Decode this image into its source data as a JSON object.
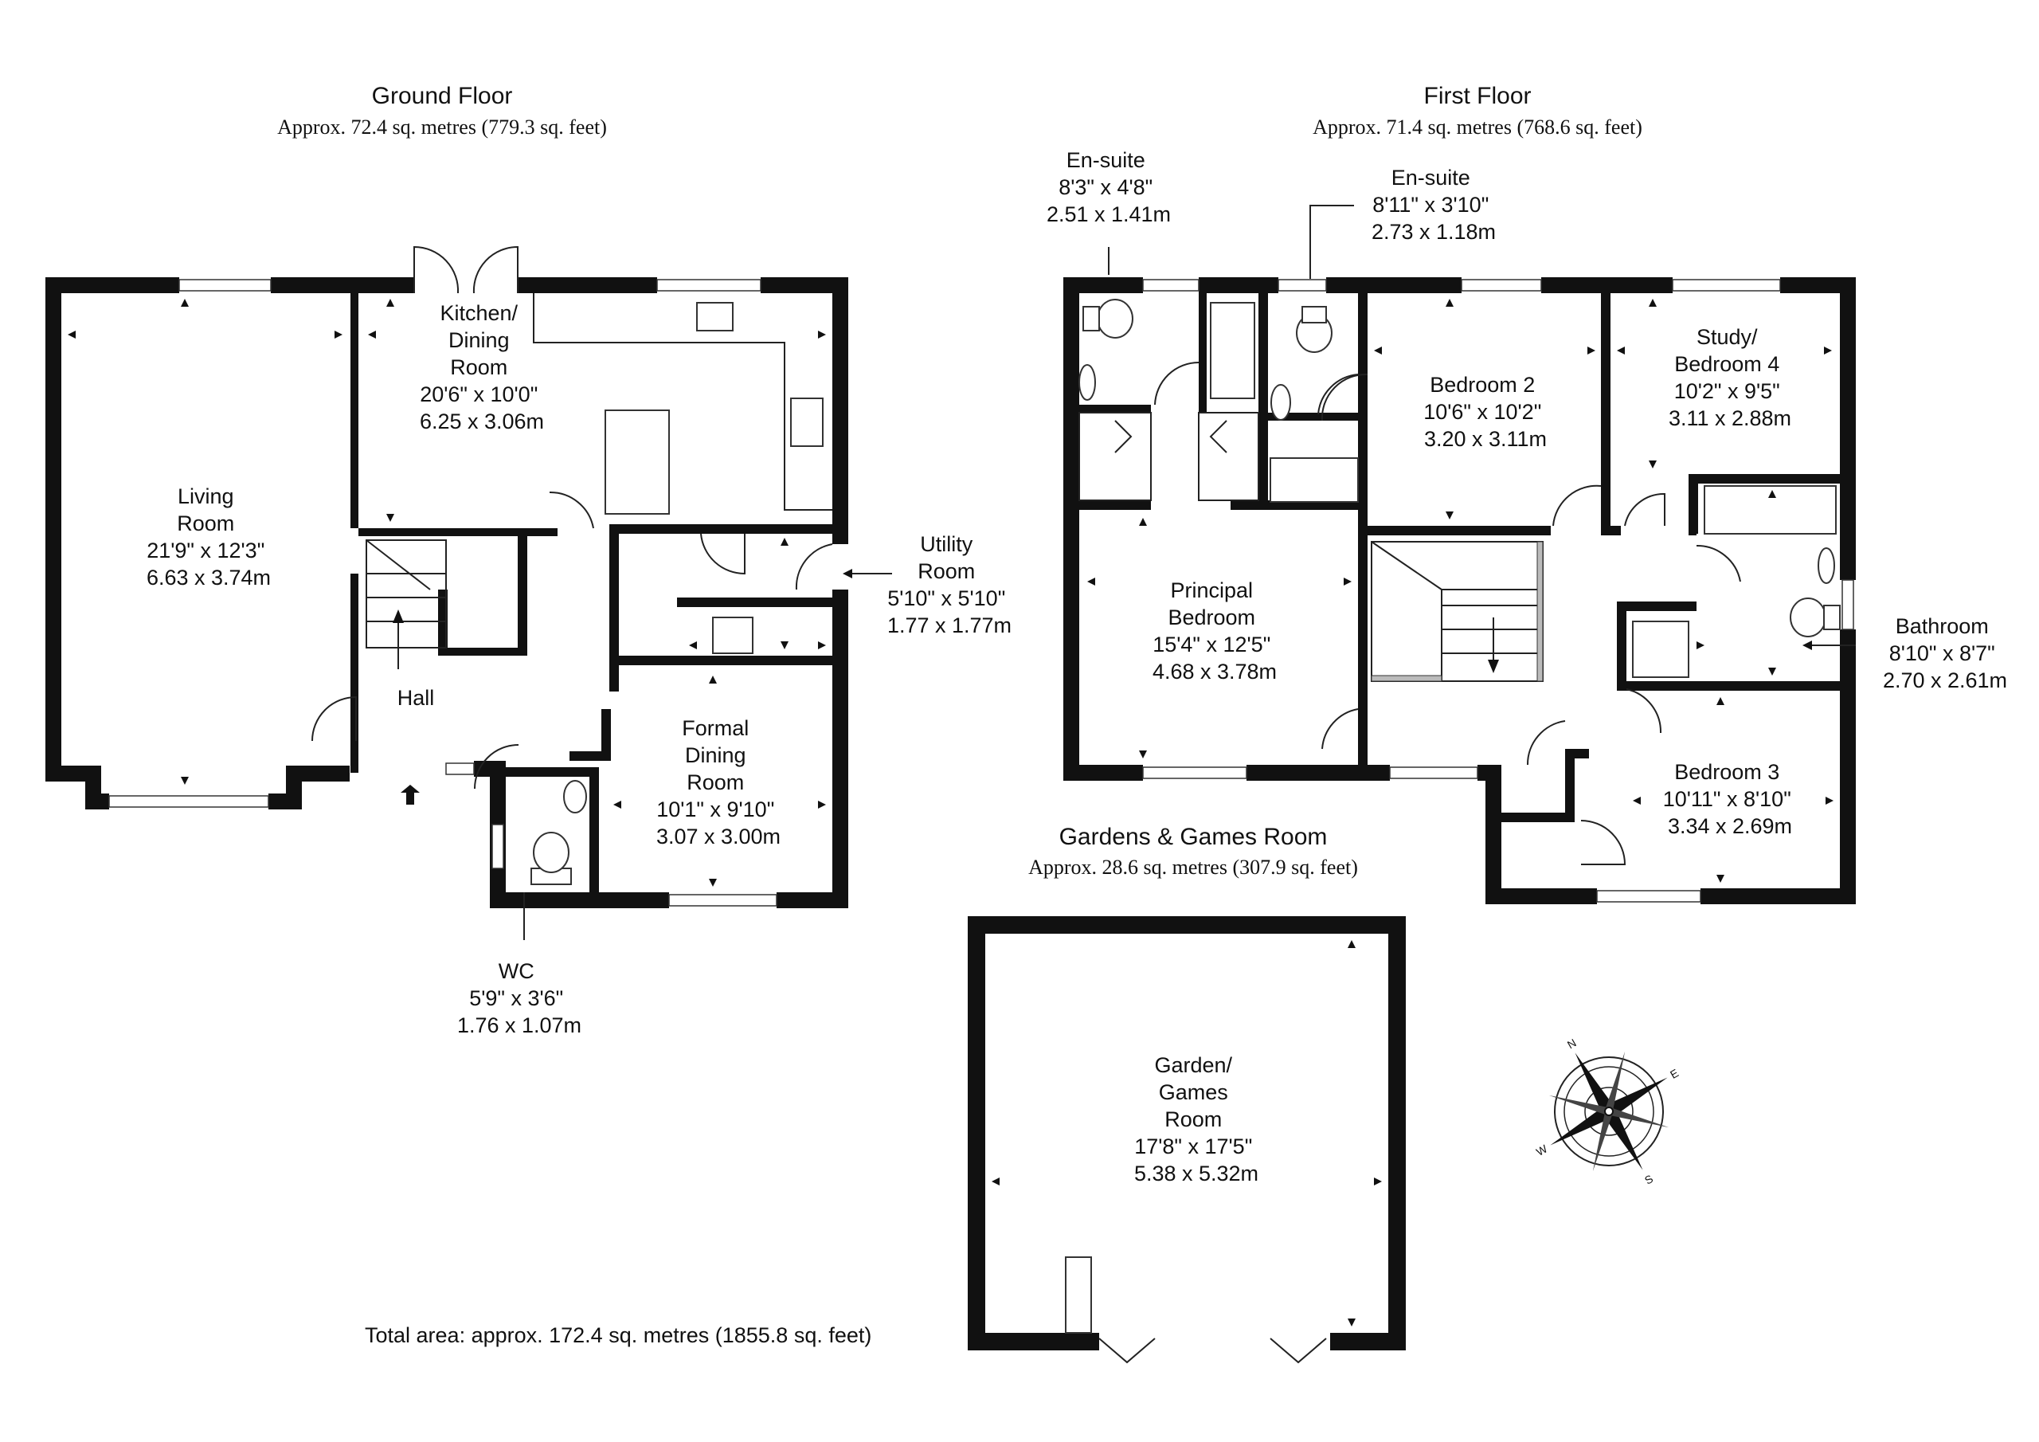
{
  "floors": {
    "ground": {
      "title": "Ground Floor",
      "area": "Approx. 72.4 sq. metres (779.3 sq. feet)"
    },
    "first": {
      "title": "First Floor",
      "area": "Approx. 71.4 sq. metres (768.6 sq. feet)"
    },
    "gardens": {
      "title": "Gardens & Games Room",
      "area": "Approx. 28.6 sq. metres (307.9 sq. feet)"
    }
  },
  "rooms": {
    "living": {
      "lines": [
        "Living",
        "Room",
        "21'9\" x 12'3\"",
        "6.63 x 3.74m"
      ]
    },
    "kitchen": {
      "lines": [
        "Kitchen/",
        "Dining",
        "Room",
        "20'6\" x 10'0\"",
        "6.25 x 3.06m"
      ]
    },
    "utility": {
      "lines": [
        "Utility",
        "Room",
        "5'10\" x 5'10\"",
        "1.77 x 1.77m"
      ]
    },
    "hall": {
      "lines": [
        "Hall"
      ]
    },
    "formal_dining": {
      "lines": [
        "Formal",
        "Dining",
        "Room",
        "10'1\" x 9'10\"",
        "3.07 x 3.00m"
      ]
    },
    "wc": {
      "lines": [
        "WC",
        "5'9\" x 3'6\"",
        "1.76 x 1.07m"
      ]
    },
    "ensuite1": {
      "lines": [
        "En-suite",
        "8'3\" x 4'8\"",
        "2.51 x 1.41m"
      ]
    },
    "ensuite2": {
      "lines": [
        "En-suite",
        "8'11\" x 3'10\"",
        "2.73 x 1.18m"
      ]
    },
    "bedroom2": {
      "lines": [
        "Bedroom 2",
        "10'6\" x 10'2\"",
        "3.20 x 3.11m"
      ]
    },
    "study": {
      "lines": [
        "Study/",
        "Bedroom 4",
        "10'2\" x 9'5\"",
        "3.11 x 2.88m"
      ]
    },
    "principal": {
      "lines": [
        "Principal",
        "Bedroom",
        "15'4\" x 12'5\"",
        "4.68 x 3.78m"
      ]
    },
    "bathroom": {
      "lines": [
        "Bathroom",
        "8'10\" x 8'7\"",
        "2.70 x 2.61m"
      ]
    },
    "bedroom3": {
      "lines": [
        "Bedroom 3",
        "10'11\" x 8'10\"",
        "3.34 x 2.69m"
      ]
    },
    "games": {
      "lines": [
        "Garden/",
        "Games",
        "Room",
        "17'8\" x 17'5\"",
        "5.38 x 5.32m"
      ]
    }
  },
  "total_area": "Total area: approx. 172.4 sq. metres (1855.8 sq. feet)",
  "compass": {
    "letters": [
      "N",
      "E",
      "S",
      "W"
    ]
  }
}
